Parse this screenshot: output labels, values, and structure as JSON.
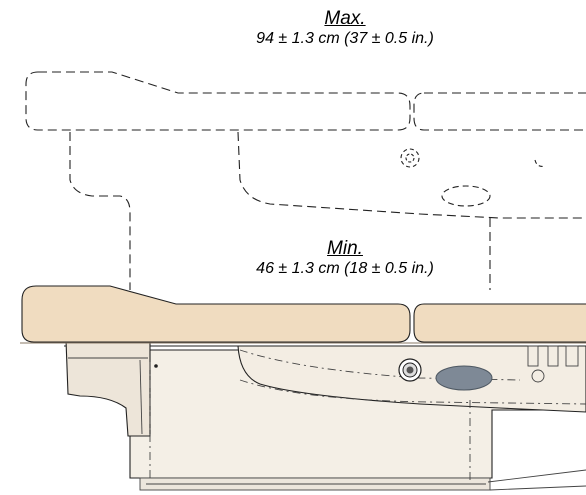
{
  "max": {
    "title": "Max.",
    "value": "94 ± 1.3 cm (37 ± 0.5 in.)"
  },
  "min": {
    "title": "Min.",
    "value": "46 ± 1.3 cm (18 ± 0.5 in.)"
  },
  "colors": {
    "cushion": "#f0dcc0",
    "base": "#f3ede3",
    "base_shade": "#e8dfd2",
    "footpad": "#7e8996",
    "outline": "#222222"
  }
}
